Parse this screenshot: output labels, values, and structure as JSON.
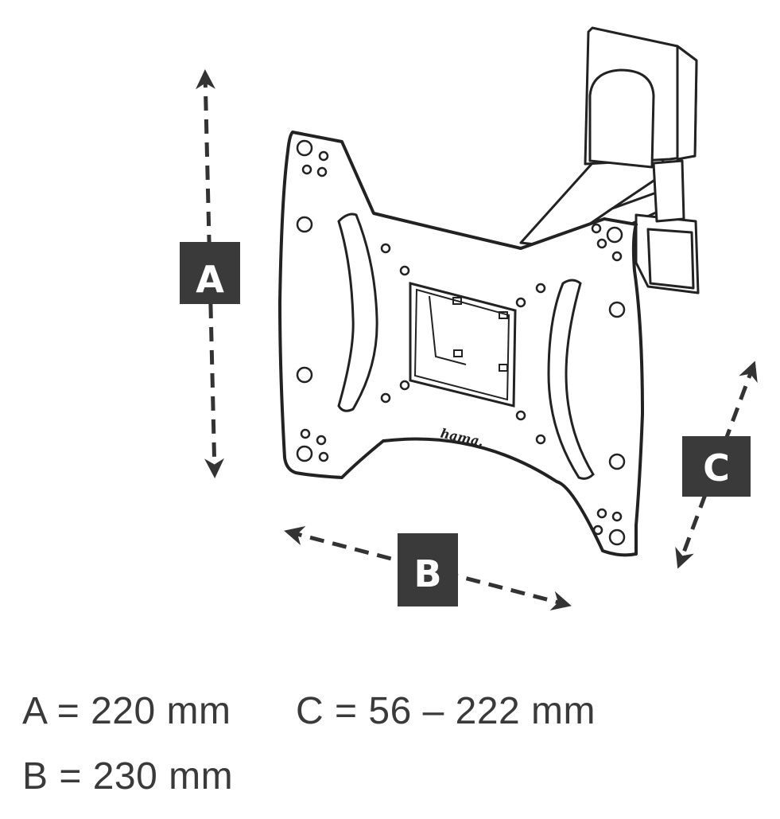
{
  "labels": {
    "a": "A",
    "b": "B",
    "c": "C"
  },
  "brand": "hama.",
  "measurements": [
    "A = 220 mm",
    "B = 230 mm",
    "C = 56 – 222 mm"
  ],
  "colors": {
    "line": "#222222",
    "label_box": "#3a3a3a",
    "label_text": "#ffffff",
    "background": "#ffffff"
  }
}
